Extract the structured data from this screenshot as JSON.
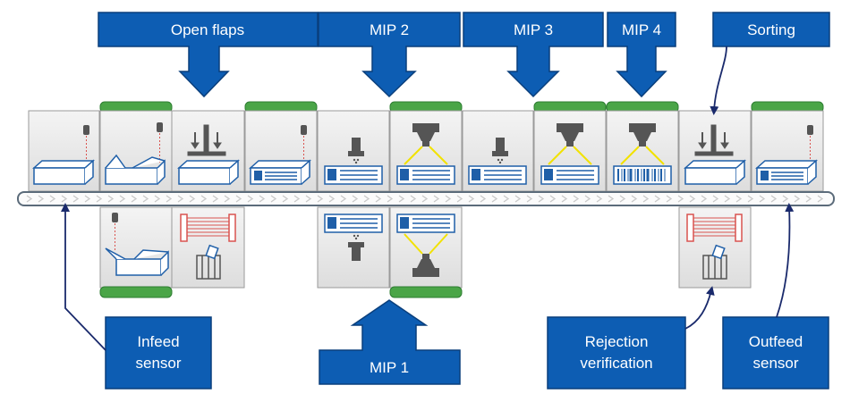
{
  "diagram": {
    "stations_top": [
      "infeed-sensor-station",
      "open-flaps-sensor-station",
      "open-flaps-press-station",
      "label-check-station",
      "mip-1-top-printer-station",
      "mip-2-camera-station",
      "print-station-top",
      "mip-3-camera-station",
      "mip-4-barcode-station",
      "sorting-station",
      "outfeed-sensor-station"
    ],
    "stations_bottom": [
      "flap-sensor-station",
      "reject-bin-light-curtain",
      "mip-1-bottom-printer-station",
      "mip-1-bottom-camera-station",
      "rejection-bin-light-curtain"
    ],
    "labels": {
      "open_flaps": "Open flaps",
      "mip2": "MIP 2",
      "mip3": "MIP 3",
      "mip4": "MIP 4",
      "sorting": "Sorting",
      "infeed_line1": "Infeed",
      "infeed_line2": "sensor",
      "mip1": "MIP 1",
      "rejection_line1": "Rejection",
      "rejection_line2": "verification",
      "outfeed_line1": "Outfeed",
      "outfeed_line2": "sensor"
    },
    "colors": {
      "label_fill": "#0d5db3",
      "label_stroke": "#0a3f7c",
      "station_fill": "#eaeaea",
      "station_stroke": "#9a9a9a",
      "green_cap": "#4aa547",
      "green_stroke": "#2e7d32",
      "conveyor_stroke": "#5b6b7a",
      "outline_blue": "#1f5fa8",
      "sensor_dark": "#555555",
      "laser_red": "#d9534f",
      "beam_yellow": "#f2e200",
      "arrow_navy": "#1a2a6c"
    }
  }
}
